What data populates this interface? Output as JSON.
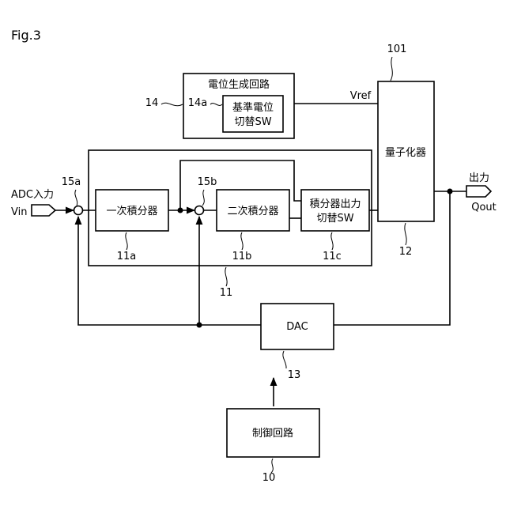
{
  "figure_label": "Fig.3",
  "labels": {
    "adc_input": "ADC入力",
    "vin": "Vin",
    "output": "出力",
    "qout": "Qout",
    "vref": "Vref"
  },
  "blocks": {
    "potential_gen": "電位生成回路",
    "ref_switch_line1": "基準電位",
    "ref_switch_line2": "切替SW",
    "first_integrator": "一次積分器",
    "second_integrator": "二次積分器",
    "int_out_switch_line1": "積分器出力",
    "int_out_switch_line2": "切替SW",
    "quantizer": "量子化器",
    "dac": "DAC",
    "control": "制御回路"
  },
  "refs": {
    "r101": "101",
    "r14": "14",
    "r14a": "14a",
    "r15a": "15a",
    "r15b": "15b",
    "r11a": "11a",
    "r11b": "11b",
    "r11c": "11c",
    "r11": "11",
    "r12": "12",
    "r13": "13",
    "r10": "10"
  }
}
